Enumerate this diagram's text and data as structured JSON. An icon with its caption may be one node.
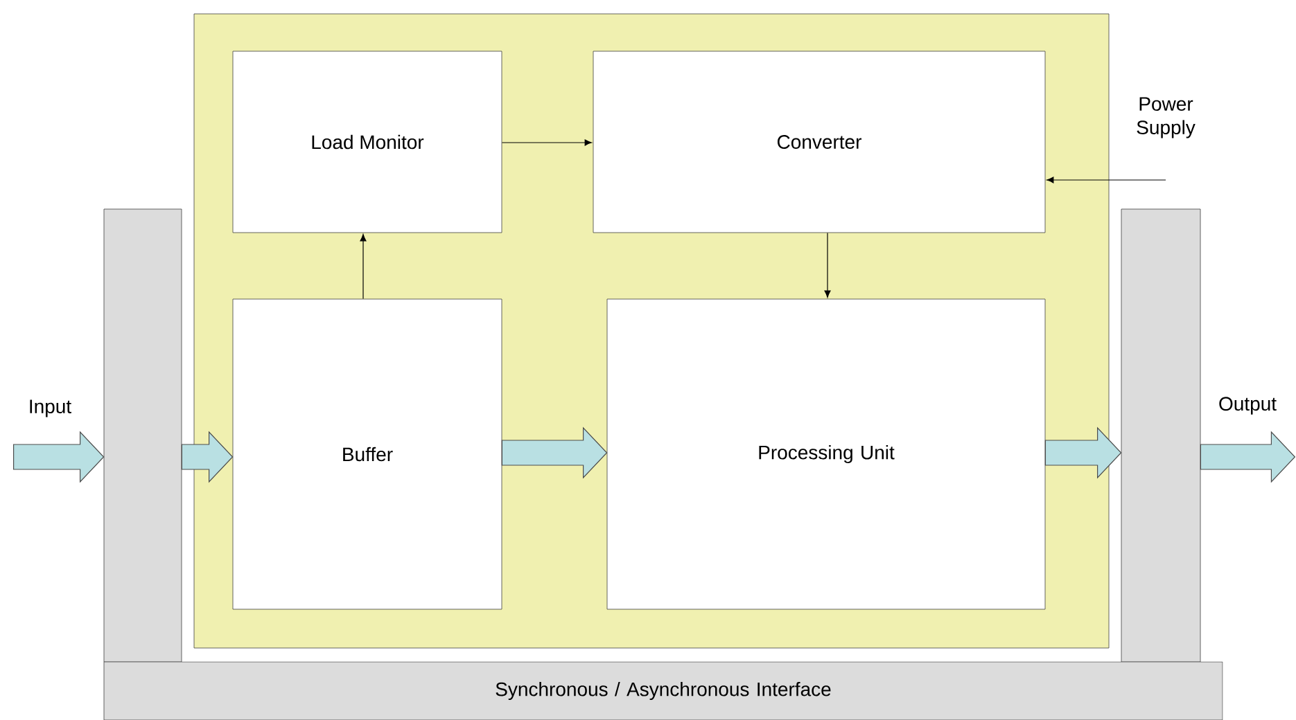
{
  "diagram": {
    "nodes": [
      {
        "text": [],
        "shape": "box"
      },
      {
        "text": [
          "Load Monitor"
        ],
        "in": 0
      },
      {
        "text": [
          "Converter"
        ],
        "in": 0
      },
      {
        "text": [
          "Buffer"
        ],
        "in": 0
      },
      {
        "text": [
          "Processing Unit"
        ],
        "in": 0
      },
      {
        "text": [],
        "shape": "bar"
      },
      {
        "text": [],
        "shape": "bar"
      },
      {
        "text": [
          "Synchronous / Asynchronous Interface"
        ]
      },
      {
        "text": [
          "Input"
        ]
      },
      {
        "text": [
          "Output"
        ]
      },
      {
        "text": [
          "Power Supply"
        ]
      }
    ],
    "edges": [
      {
        "from": 8,
        "to": 5,
        "arrow": "to",
        "style": "thick"
      },
      {
        "from": 5,
        "to": 3,
        "arrow": "to",
        "style": "thick"
      },
      {
        "from": 3,
        "to": 4,
        "arrow": "to",
        "style": "thick"
      },
      {
        "from": 4,
        "to": 6,
        "arrow": "to",
        "style": "thick"
      },
      {
        "from": 6,
        "to": 9,
        "arrow": "to",
        "style": "thick"
      },
      {
        "from": 3,
        "to": 1,
        "arrow": "to"
      },
      {
        "from": 1,
        "to": 2,
        "arrow": "to"
      },
      {
        "from": 2,
        "to": 4,
        "arrow": "to"
      },
      {
        "from": 10,
        "to": 2,
        "arrow": "to"
      }
    ]
  }
}
